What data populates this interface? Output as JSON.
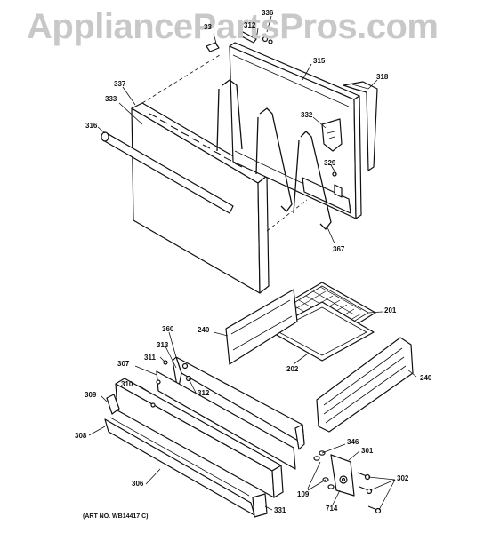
{
  "watermark": "AppliancePartsPros.com",
  "art_number": "(ART NO. WB14417 C)",
  "callouts": {
    "c336": "336",
    "c33": "33",
    "c312a": "312",
    "c315": "315",
    "c318": "318",
    "c337": "337",
    "c333": "333",
    "c316": "316",
    "c332": "332",
    "c329": "329",
    "c367": "367",
    "c201": "201",
    "c240a": "240",
    "c202": "202",
    "c240b": "240",
    "c360": "360",
    "c313": "313",
    "c311": "311",
    "c307": "307",
    "c310": "310",
    "c312b": "312",
    "c309": "309",
    "c308": "308",
    "c306": "306",
    "c346": "346",
    "c301": "301",
    "c109": "109",
    "c302": "302",
    "c714": "714",
    "c331": "331"
  }
}
